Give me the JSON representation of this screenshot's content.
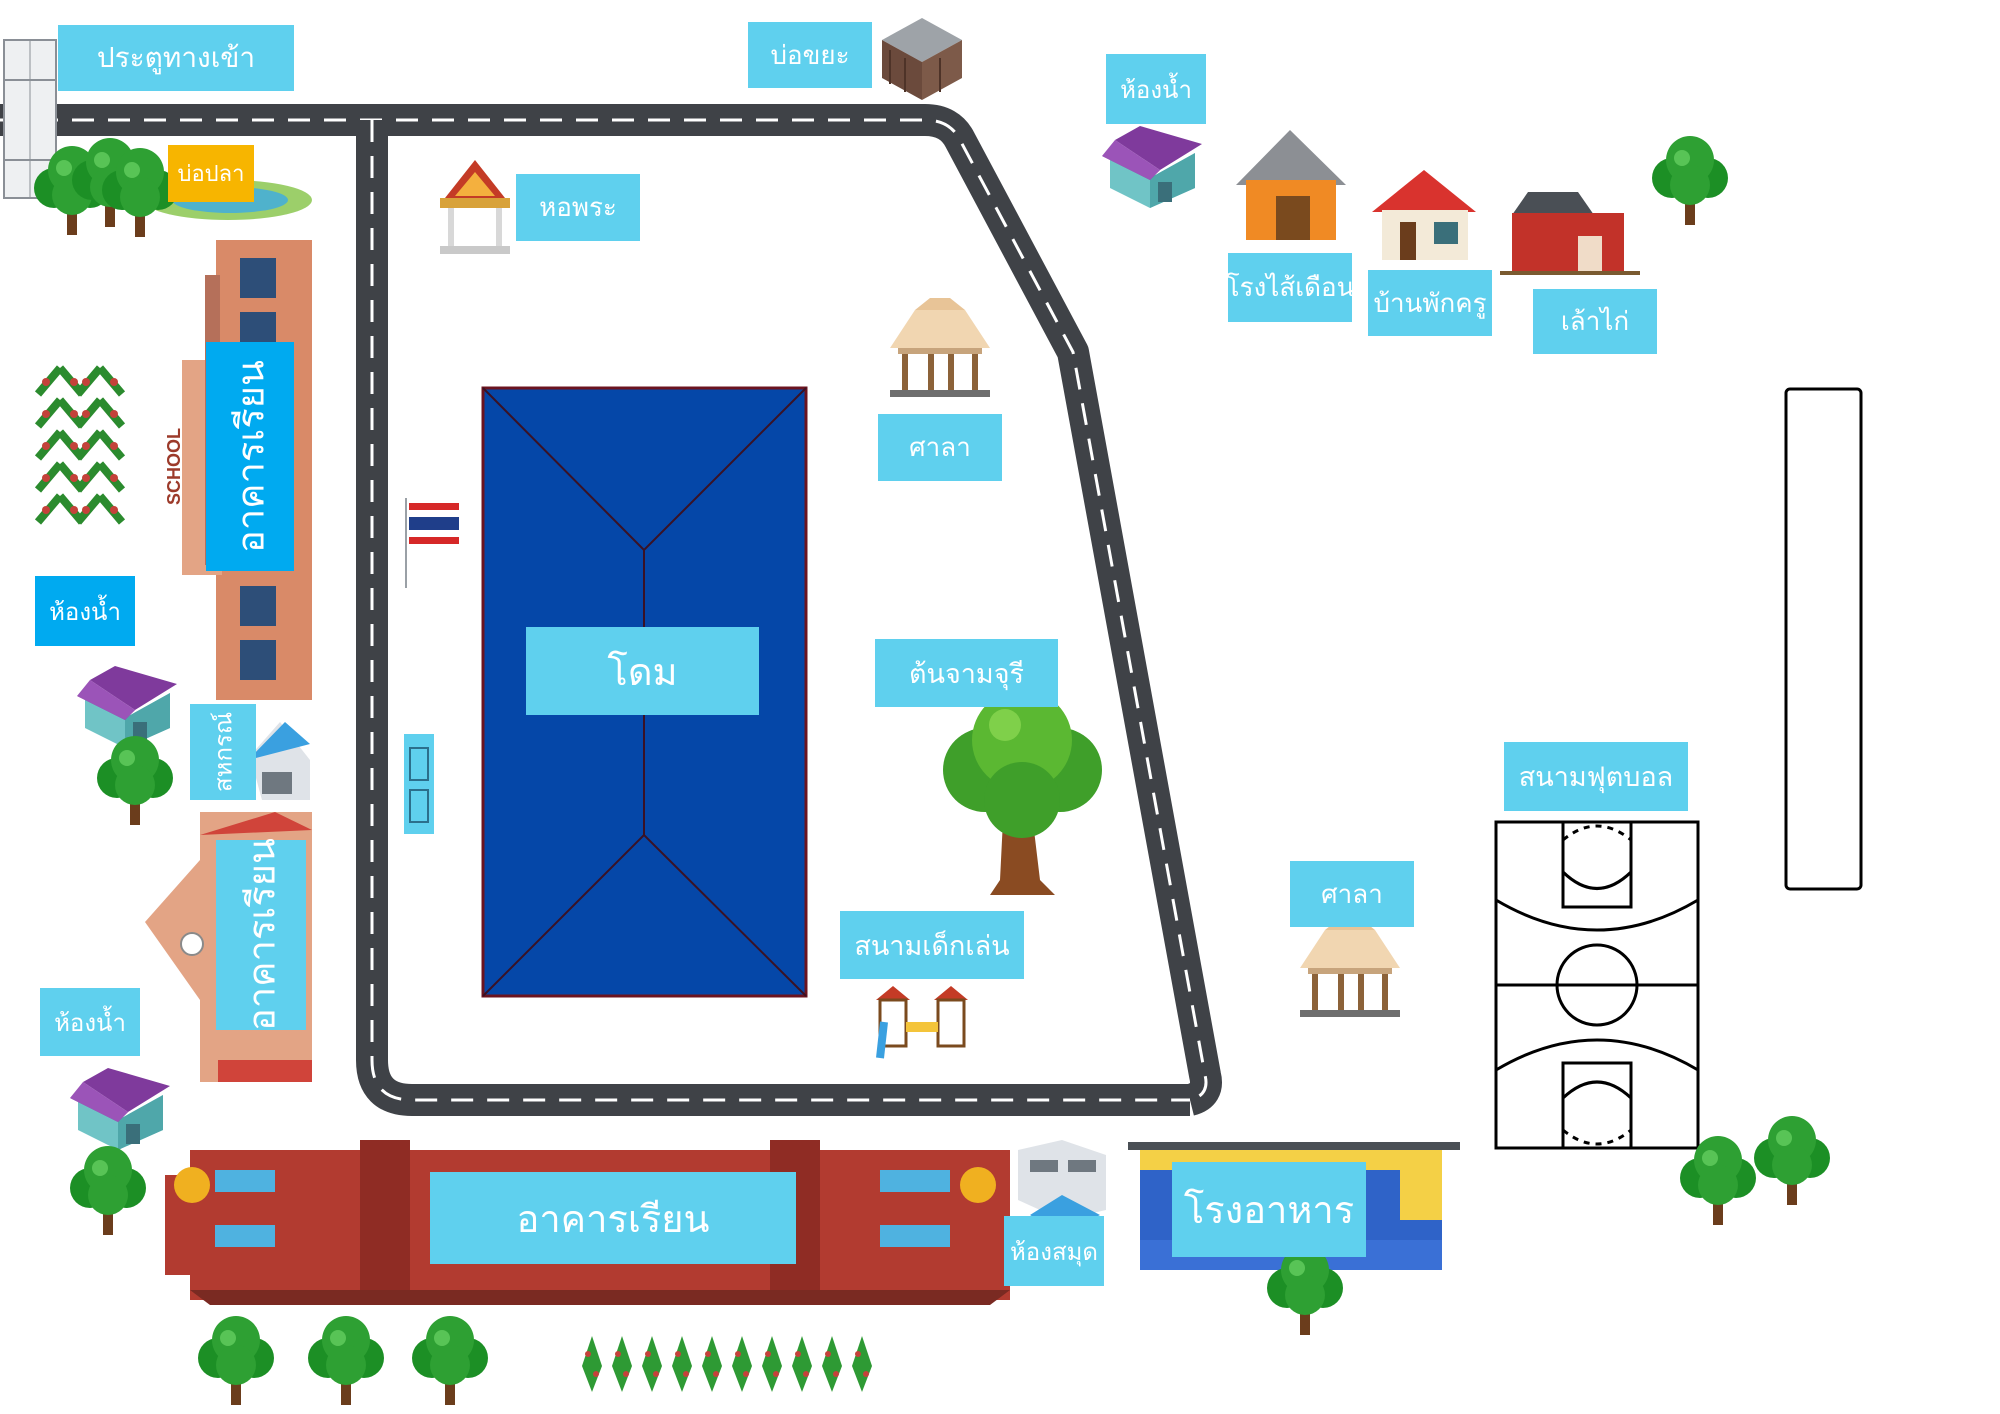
{
  "map": {
    "labels": {
      "entrance": "ประตูทางเข้า",
      "garbage_pit": "บ่อขยะ",
      "fish_pond": "บ่อปลา",
      "shrine": "หอพระ",
      "restroom_top": "ห้องน้ำ",
      "worm_house": "โรงไส้เดือน",
      "teacher_house": "บ้านพักครู",
      "chicken_coop": "เล้าไก่",
      "pavilion_1": "ศาลา",
      "pavilion_2": "ศาลา",
      "school_building_1": "อาคารเรียน",
      "school_building_2": "อาคารเรียน",
      "school_building_3": "อาคารเรียน",
      "restroom_left_1": "ห้องน้ำ",
      "restroom_left_2": "ห้องน้ำ",
      "cooperative": "สหกรณ์",
      "dome": "โดม",
      "jamjuree_tree": "ต้นจามจุรี",
      "playground": "สนามเด็กเล่น",
      "football_field": "สนามฟุตบอล",
      "library": "ห้องสมุด",
      "canteen": "โรงอาหาร",
      "building_sign": "SCHOOL"
    },
    "colors": {
      "label_light": "#5fd0ee",
      "label_blue": "#00aaf0",
      "label_orange": "#f7b500",
      "road": "#4a4d52",
      "dome_roof": "#0547a8"
    }
  }
}
